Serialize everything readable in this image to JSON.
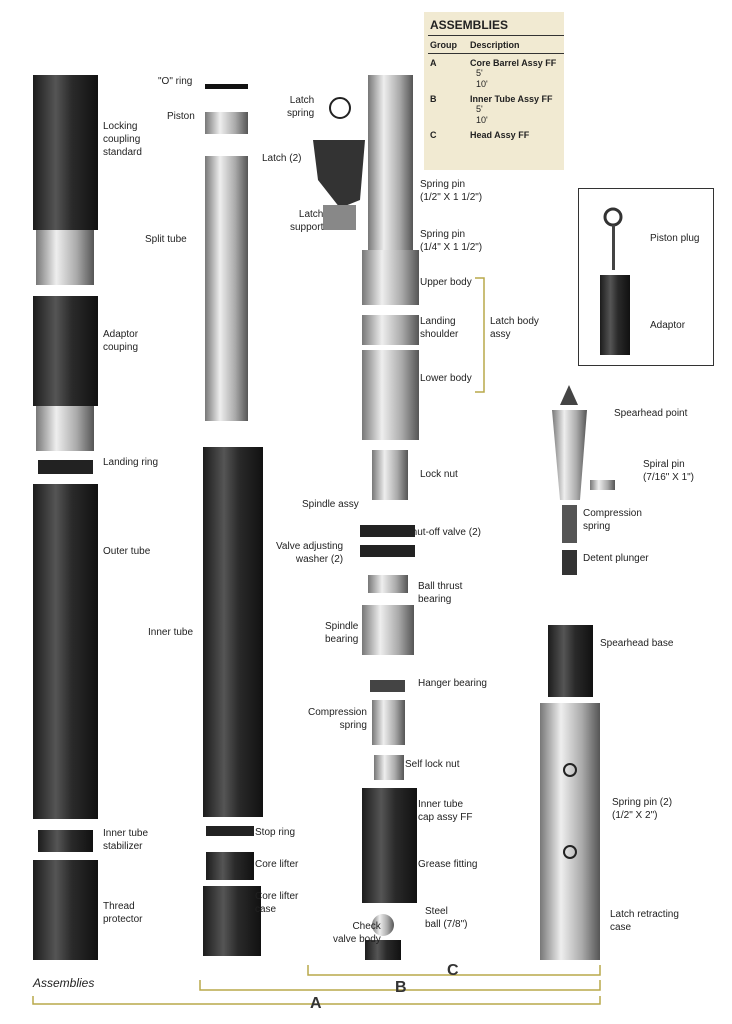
{
  "assemblies_table": {
    "title": "ASSEMBLIES",
    "col_group": "Group",
    "col_desc": "Description",
    "rows": [
      {
        "group": "A",
        "desc": "Core Barrel Assy FF",
        "subs": [
          "5'",
          "10'"
        ]
      },
      {
        "group": "B",
        "desc": "Inner Tube Assy FF",
        "subs": [
          "5'",
          "10'"
        ]
      },
      {
        "group": "C",
        "desc": "Head Assy FF",
        "subs": []
      }
    ]
  },
  "labels": {
    "locking_coupling": "Locking\ncoupling\nstandard",
    "adaptor_coupling": "Adaptor\ncouping",
    "landing_ring": "Landing ring",
    "outer_tube": "Outer tube",
    "inner_tube_stabilizer": "Inner tube\nstabilizer",
    "thread_protector": "Thread\nprotector",
    "o_ring": "\"O\" ring",
    "piston": "Piston",
    "latch": "Latch (2)",
    "split_tube": "Split tube",
    "inner_tube": "Inner tube",
    "stop_ring": "Stop ring",
    "core_lifter": "Core lifter",
    "core_lifter_case": "Core lifter\ncase",
    "latch_spring": "Latch\nspring",
    "latch_support": "Latch\nsupport",
    "spring_pin_1": "Spring pin\n(1/2\" X 1 1/2\")",
    "spring_pin_2": "Spring pin\n(1/4\" X 1 1/2\")",
    "upper_body": "Upper body",
    "landing_shoulder": "Landing\nshoulder",
    "latch_body_assy": "Latch body\nassy",
    "lower_body": "Lower body",
    "lock_nut": "Lock nut",
    "spindle_assy": "Spindle assy",
    "shutoff_valve": "Shut-off valve (2)",
    "valve_washer": "Valve adjusting\nwasher (2)",
    "ball_thrust": "Ball thrust\nbearing",
    "spindle_bearing": "Spindle\nbearing",
    "hanger_bearing": "Hanger bearing",
    "compression_spring": "Compression\nspring",
    "self_lock_nut": "Self lock nut",
    "cap_assy": "Inner tube\ncap assy FF",
    "grease_fitting": "Grease fitting",
    "steel_ball": "Steel\nball (7/8\")",
    "check_valve": "Check\nvalve body",
    "piston_plug": "Piston plug",
    "adaptor": "Adaptor",
    "spearhead_point": "Spearhead point",
    "spiral_pin": "Spiral pin\n(7/16\" X 1\")",
    "compression_spring_2": "Compression\nspring",
    "detent_plunger": "Detent plunger",
    "spearhead_base": "Spearhead base",
    "spring_pin_3": "Spring pin (2)\n(1/2\" X 2\")",
    "latch_retracting_case": "Latch retracting\ncase"
  },
  "footer": {
    "assemblies": "Assemblies",
    "a": "A",
    "b": "B",
    "c": "C"
  },
  "colors": {
    "bracket": "#b9a94a",
    "table_bg": "#f1ead2",
    "metal_dark": "#2e2e2e"
  }
}
